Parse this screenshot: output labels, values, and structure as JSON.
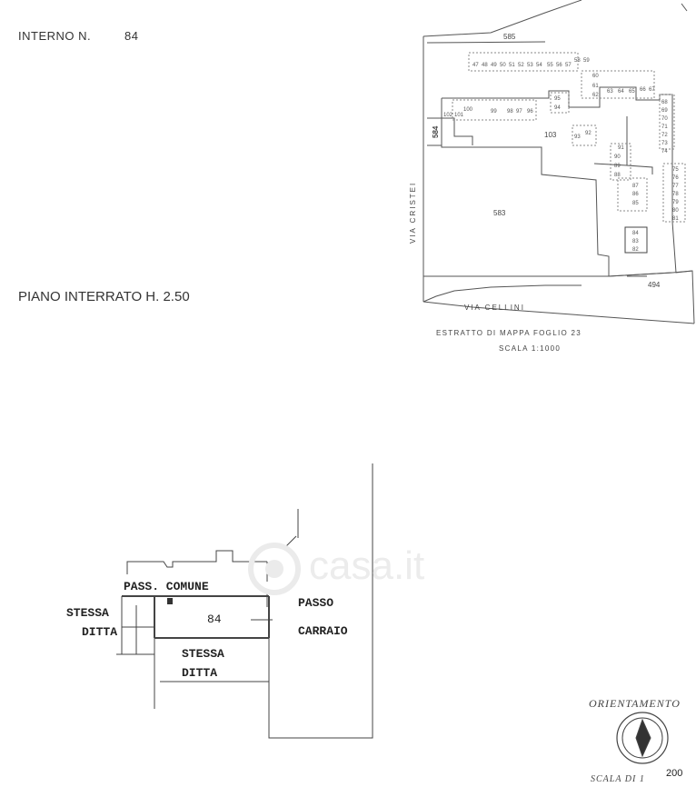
{
  "header": {
    "interno_label": "INTERNO N.",
    "interno_number": "84",
    "piano": "PIANO INTERRATO H. 2.50"
  },
  "map": {
    "parcel_585": "585",
    "parcel_584": "584",
    "parcel_583": "583",
    "parcel_103": "103",
    "parcel_494": "494",
    "street_cristei": "VIA  CRISTEI",
    "street_cellini": "VIA  CELLINI",
    "caption_line1": "ESTRATTO DI MAPPA     FOGLIO 23",
    "caption_line2": "SCALA  1:1000",
    "top_units": [
      "47",
      "48",
      "49",
      "50",
      "51",
      "52",
      "53",
      "54",
      "55",
      "56",
      "57",
      "58",
      "59"
    ],
    "row_units": [
      "102",
      "101",
      "100",
      "99",
      "98",
      "97",
      "96",
      "95",
      "94",
      "93",
      "92"
    ],
    "right_units": [
      "60",
      "61",
      "62",
      "63",
      "64",
      "65",
      "66",
      "67"
    ],
    "side_units": [
      "68",
      "69",
      "70",
      "71",
      "72",
      "73",
      "74",
      "75",
      "76",
      "77",
      "78",
      "79",
      "80",
      "81"
    ],
    "inner_units": [
      "91",
      "90",
      "89",
      "88",
      "87",
      "86",
      "85",
      "84",
      "83",
      "82"
    ]
  },
  "plan": {
    "pass_comune": "PASS. COMUNE",
    "stessa_ditta_left_1": "STESSA",
    "stessa_ditta_left_2": "DITTA",
    "unit_number": "84",
    "passo_1": "PASSO",
    "passo_2": "CARRAIO",
    "stessa_ditta_bottom_1": "STESSA",
    "stessa_ditta_bottom_2": "DITTA"
  },
  "orientation": {
    "label": "ORIENTAMENTO",
    "scale_label": "SCALA DI 1",
    "scale_value": "200"
  },
  "watermark": {
    "text": "casa.it"
  }
}
